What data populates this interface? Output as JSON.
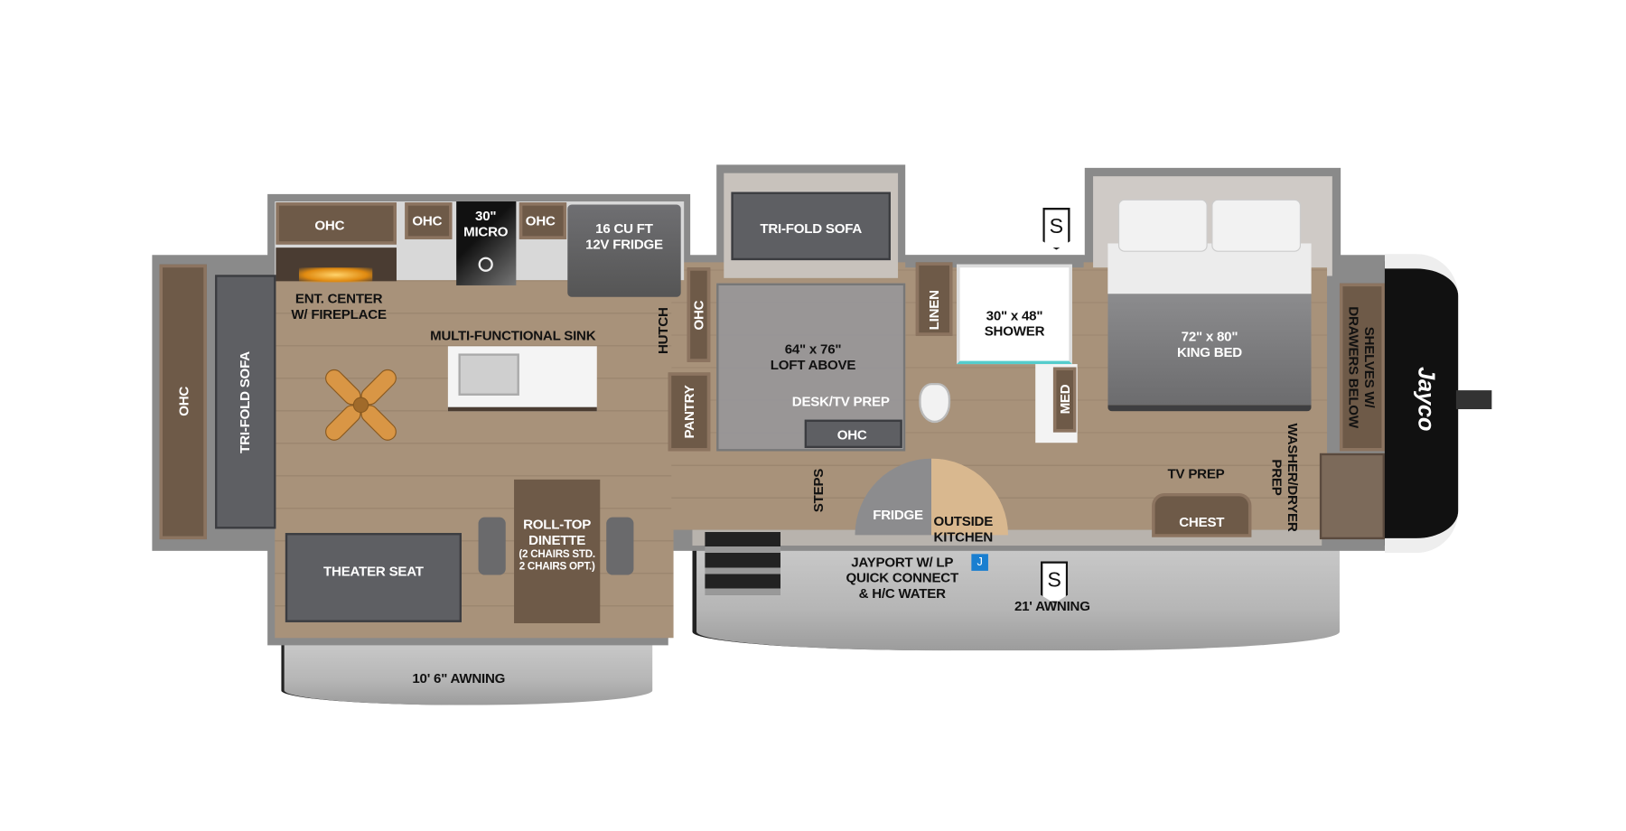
{
  "labels": {
    "ohc_kitchen_1": "OHC",
    "ohc_kitchen_2": "OHC",
    "micro": "30\"\nMICRO",
    "ohc_kitchen_3": "OHC",
    "fridge_main": "16 CU FT\n12V FRIDGE",
    "ent_center": "ENT. CENTER\nW/ FIREPLACE",
    "ohc_left": "OHC",
    "tri_fold_sofa_left": "TRI-FOLD SOFA",
    "sink": "MULTI-FUNCTIONAL SINK",
    "hutch": "HUTCH",
    "ohc_hutch": "OHC",
    "pantry": "PANTRY",
    "tri_fold_sofa_mid": "TRI-FOLD SOFA",
    "loft": "64\" x 76\"\nLOFT ABOVE",
    "desk": "DESK/TV PREP",
    "ohc_desk": "OHC",
    "linen": "LINEN",
    "shower": "30\" x 48\"\nSHOWER",
    "med": "MED",
    "king_bed": "72\" x 80\"\nKING BED",
    "shelves": "SHELVES W/\nDRAWERS BELOW",
    "washer": "WASHER/DRYER\nPREP",
    "tv_prep": "TV PREP",
    "chest": "CHEST",
    "steps": "STEPS",
    "outside_fridge": "FRIDGE",
    "outside_kitchen": "OUTSIDE\nKITCHEN",
    "jayport": "JAYPORT W/ LP\nQUICK CONNECT\n& H/C WATER",
    "jayport_badge": "J",
    "awning_main": "21' AWNING",
    "theater_seat": "THEATER SEAT",
    "dinette": "ROLL-TOP\nDINETTE",
    "dinette_note": "(2 CHAIRS STD.\n2 CHAIRS OPT.)",
    "awning_small": "10' 6\" AWNING",
    "stabilizer_1": "S",
    "stabilizer_2": "S"
  },
  "logo": "Jayco",
  "colors": {
    "floor": "#a8927a",
    "cabinet": "#6e5a48",
    "wall": "#8a8a8a",
    "jayport_badge": "#1a7fd0",
    "outside_kitchen": "#d9b88f",
    "front_cap": "#111111"
  }
}
